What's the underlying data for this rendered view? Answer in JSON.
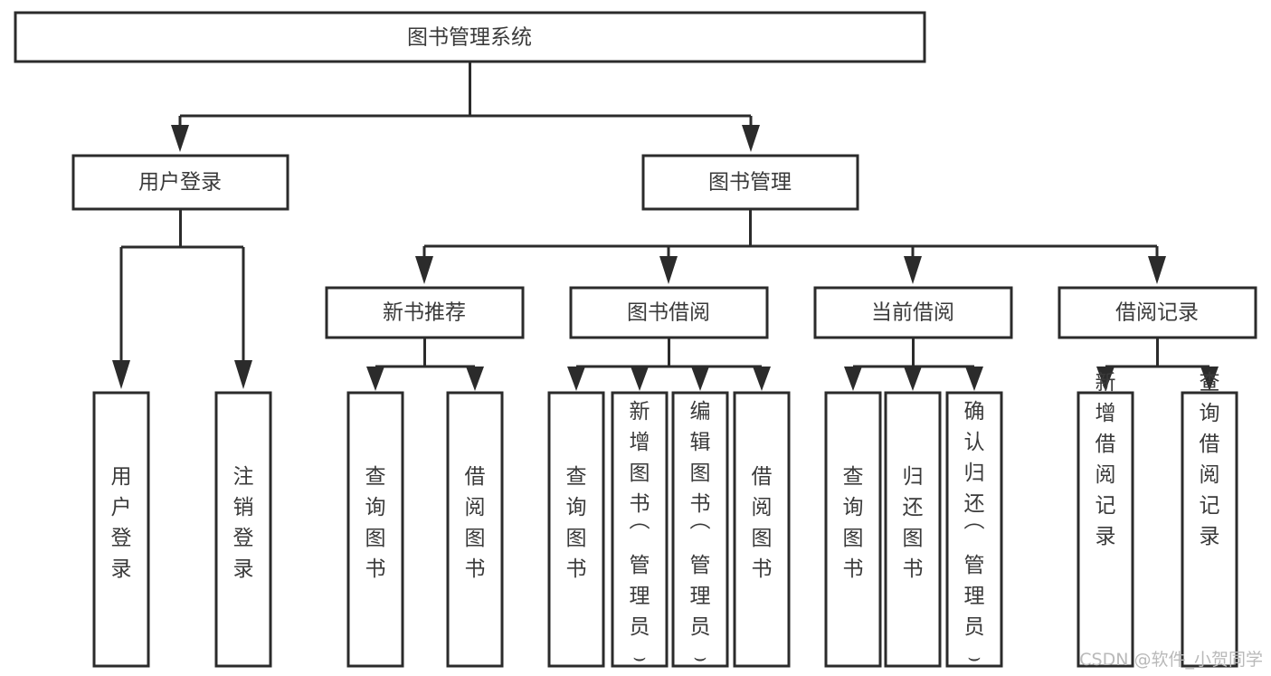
{
  "diagram": {
    "title": "图书管理系统",
    "type": "tree-hierarchy-chart",
    "background_color": "#ffffff",
    "stroke_color": "#2b2b2b",
    "text_color": "#3a3a3a",
    "nodes": {
      "root": {
        "label": "图书管理系统"
      },
      "level2": [
        {
          "id": "user-login",
          "label": "用户登录"
        },
        {
          "id": "book-management",
          "label": "图书管理"
        }
      ],
      "level3": [
        {
          "id": "new-book-recommend",
          "label": "新书推荐"
        },
        {
          "id": "book-borrow",
          "label": "图书借阅"
        },
        {
          "id": "current-borrow",
          "label": "当前借阅"
        },
        {
          "id": "borrow-record",
          "label": "借阅记录"
        }
      ],
      "leaves_user_login": [
        {
          "id": "leaf-user-login",
          "label": "用户登录"
        },
        {
          "id": "leaf-user-logout",
          "label": "注销登录"
        }
      ],
      "leaves_new_book": [
        {
          "id": "leaf-query-book-1",
          "label": "查询图书"
        },
        {
          "id": "leaf-borrow-book-1",
          "label": "借阅图书"
        }
      ],
      "leaves_book_borrow": [
        {
          "id": "leaf-query-book-2",
          "label": "查询图书"
        },
        {
          "id": "leaf-add-book-admin",
          "label": "新增图书（管理员）"
        },
        {
          "id": "leaf-edit-book-admin",
          "label": "编辑图书（管理员）"
        },
        {
          "id": "leaf-borrow-book-2",
          "label": "借阅图书"
        }
      ],
      "leaves_current_borrow": [
        {
          "id": "leaf-query-book-3",
          "label": "查询图书"
        },
        {
          "id": "leaf-return-book",
          "label": "归还图书"
        },
        {
          "id": "leaf-confirm-return-admin",
          "label": "确认归还（管理员）"
        }
      ],
      "leaves_borrow_record": [
        {
          "id": "leaf-add-borrow-record",
          "label": "新增借阅记录"
        },
        {
          "id": "leaf-query-borrow-record",
          "label": "查询借阅记录"
        }
      ]
    },
    "watermark": "CSDN @软件_小贺同学"
  }
}
